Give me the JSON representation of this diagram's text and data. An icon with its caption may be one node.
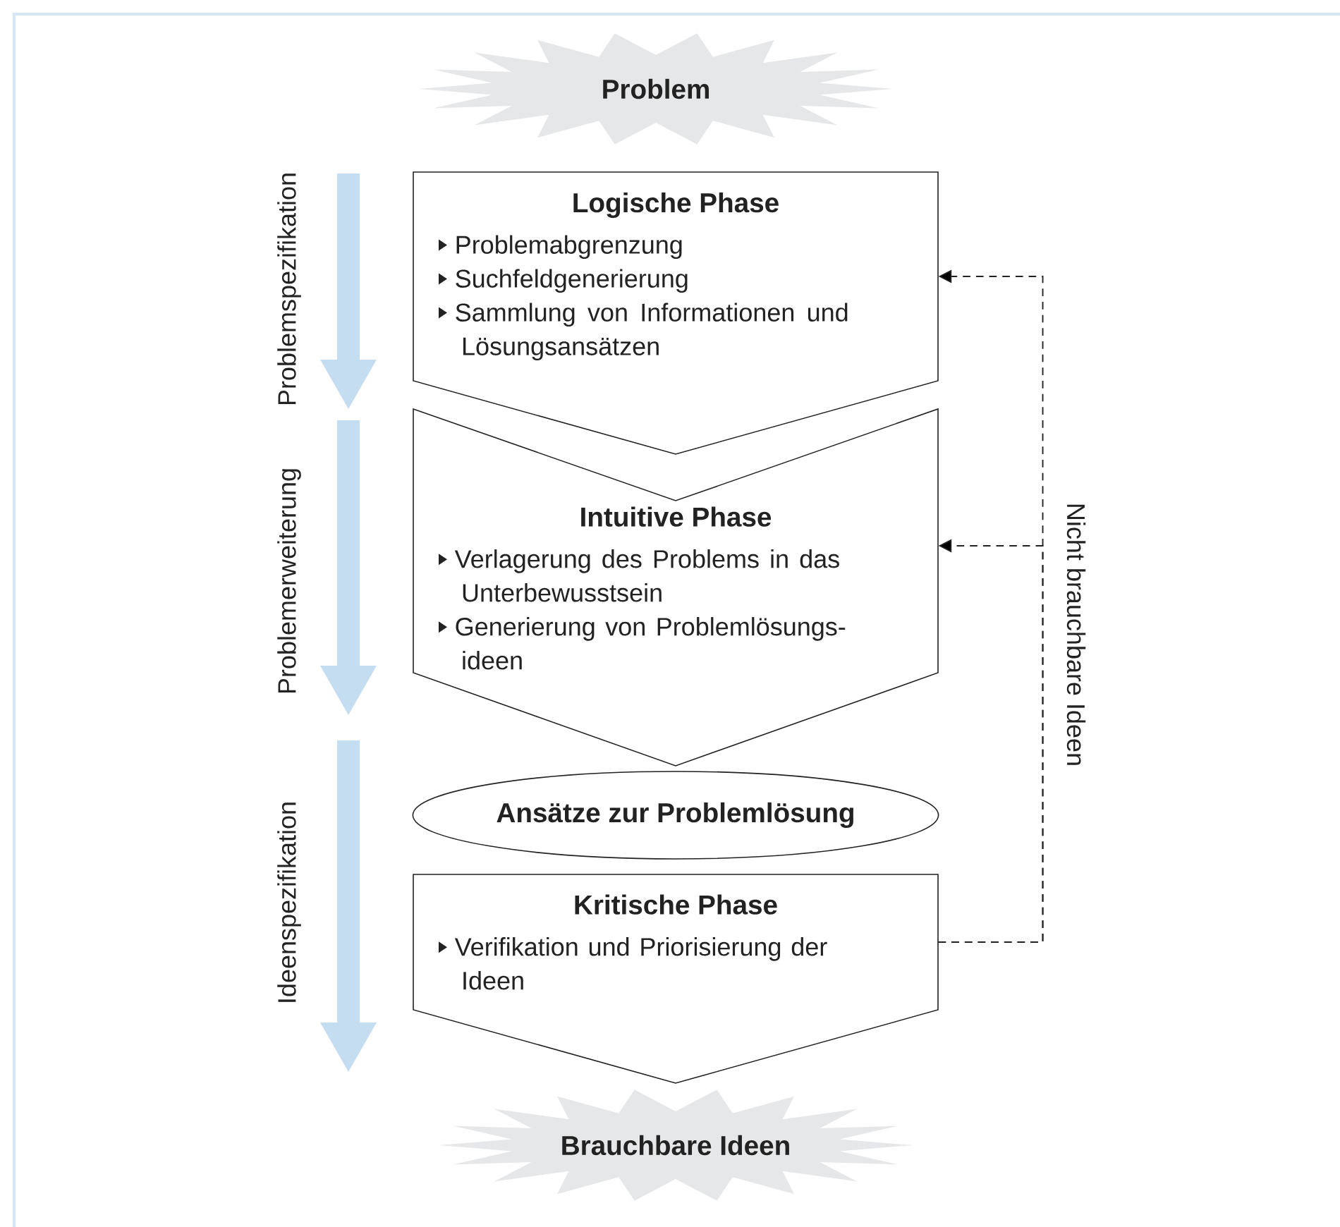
{
  "diagram": {
    "nodes": [
      {
        "text": [
          "Problem"
        ]
      },
      {
        "text": [
          "Logische Phase",
          "Problemabgrenzung",
          "Suchfeldgenerierung",
          "Sammlung von Informationen und Lösungsansätzen"
        ]
      },
      {
        "text": [
          "Intuitive Phase",
          "Verlagerung des Problems in das Unterbewusstsein",
          "Generierung von Problemlösungs- ideen"
        ]
      },
      {
        "text": [
          "Ansätze zur Problemlösung"
        ]
      },
      {
        "text": [
          "Kritische Phase",
          "Verifikation und Priorisierung der Ideen"
        ]
      },
      {
        "text": [
          "Brauchbare Ideen"
        ]
      }
    ],
    "edges": [
      {
        "from": 4,
        "to": 1,
        "arrow": "to",
        "style": "dashed",
        "label": "Nicht brauchbare Ideen"
      },
      {
        "from": 4,
        "to": 2,
        "arrow": "to",
        "style": "dashed"
      }
    ],
    "labels": [
      "Problemspezifikation",
      "Problemerweiterung",
      "Ideenspezifikation"
    ]
  }
}
